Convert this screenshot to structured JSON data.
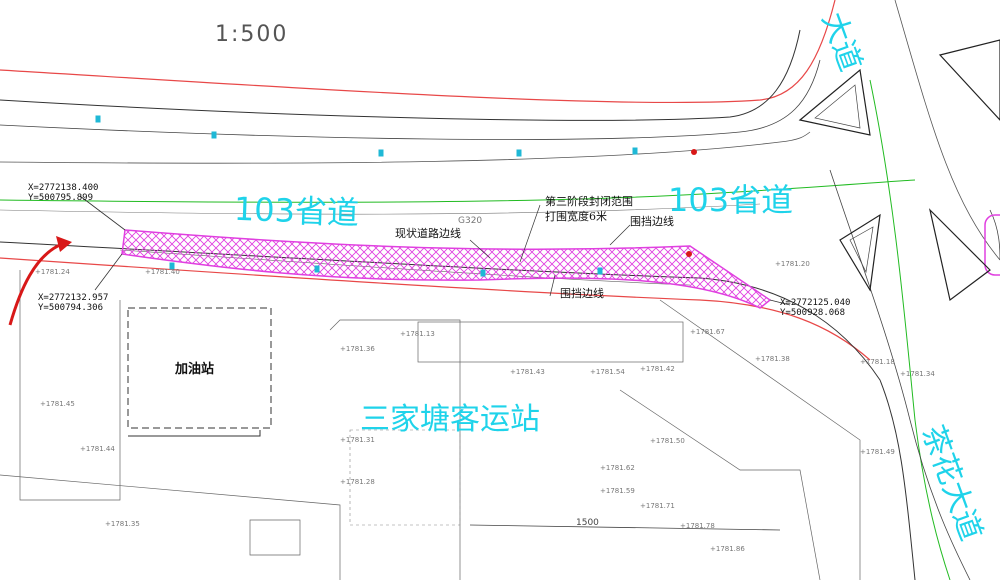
{
  "scale_label": "1:500",
  "roads": {
    "provincial_road_left": "103省道",
    "provincial_road_right": "103省道",
    "avenue_top": "大道",
    "avenue_bottom": "茶花大道"
  },
  "places": {
    "gas_station": "加油站",
    "bus_station": "三家塘客运站"
  },
  "annotations": {
    "closure_zone": "第三阶段封闭范围",
    "enclosure_width": "打围宽度6米",
    "existing_road_edge": "现状道路边线",
    "fence_line_top": "围挡边线",
    "fence_line_bottom": "围挡边线",
    "route_code": "G320",
    "scale_mark": "1500"
  },
  "coordinates": {
    "top_left": {
      "x": "X=2772138.400",
      "y": "Y=500795.899"
    },
    "bottom_left": {
      "x": "X=2772132.957",
      "y": "Y=500794.306"
    },
    "right": {
      "x": "X=2772125.040",
      "y": "Y=500928.068"
    }
  },
  "elevations": [
    "+1781.40",
    "+1781.24",
    "+1781.45",
    "+1781.44",
    "+1781.35",
    "+1781.28",
    "+1781.31",
    "+1781.36",
    "+1781.43",
    "+1781.54",
    "+1781.62",
    "+1781.50",
    "+1781.59",
    "+1781.71",
    "+1781.78",
    "+1781.86",
    "+1781.18",
    "+1781.34",
    "+1781.49",
    "+1781.42",
    "+1781.38",
    "+1781.67",
    "+1781.20",
    "+1781.13"
  ],
  "colors": {
    "road_name": "#1fd3ea",
    "closure_fill": "#e040e0",
    "arrow": "#d81818",
    "boundary": "#e84848",
    "green_line": "#22bb22",
    "road_line": "#333333"
  }
}
